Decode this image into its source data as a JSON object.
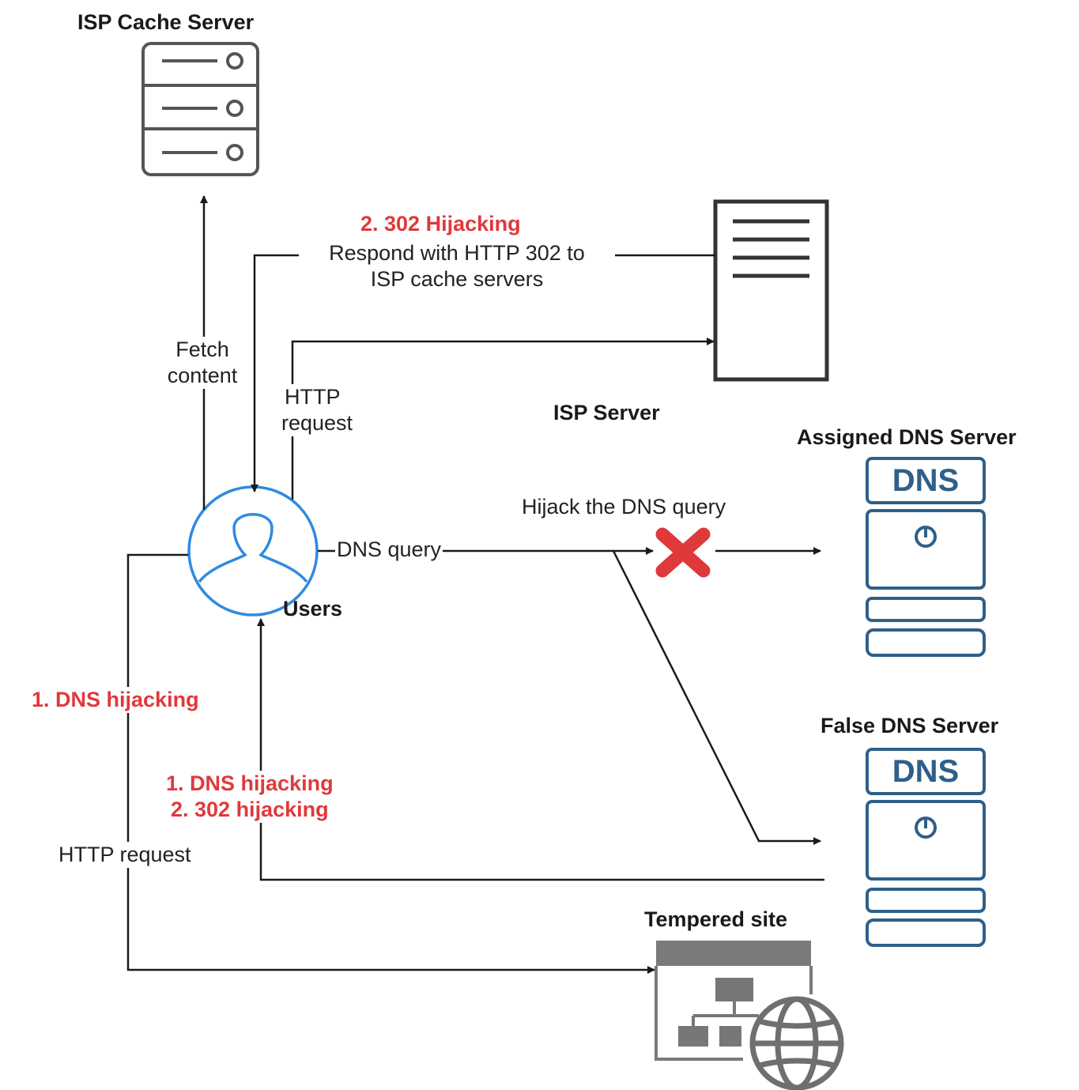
{
  "nodes": {
    "isp_cache_server": "ISP Cache Server",
    "isp_server": "ISP Server",
    "assigned_dns_server": "Assigned DNS Server",
    "false_dns_server": "False DNS Server",
    "users": "Users",
    "tempered_site": "Tempered site",
    "dns_badge": "DNS"
  },
  "edges": {
    "fetch_content": [
      "Fetch",
      "content"
    ],
    "http_request_top": [
      "HTTP",
      "request"
    ],
    "hijacking_302_title": "2. 302 Hijacking",
    "hijacking_302_desc": [
      "Respond with HTTP 302 to",
      "ISP cache servers"
    ],
    "hijack_dns_query": "Hijack the DNS query",
    "dns_query": "DNS query",
    "dns_hijacking_left": "1. DNS hijacking",
    "combined": [
      "1. DNS hijacking",
      "2. 302 hijacking"
    ],
    "http_request_bottom": "HTTP request"
  },
  "colors": {
    "line": "#1a1a1a",
    "accent_red": "#e0393b",
    "user_icon": "#2f8be0",
    "dns_icon": "#2f5f8a",
    "server_icon": "#555555",
    "site_icon": "#6f6f6f"
  }
}
